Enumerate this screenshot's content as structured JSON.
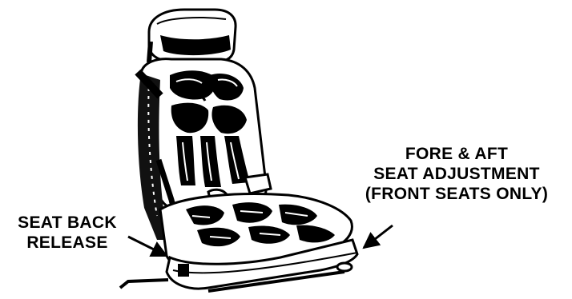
{
  "diagram": {
    "labels": {
      "fore_aft": {
        "line1": "FORE & AFT",
        "line2": "SEAT ADJUSTMENT",
        "line3": "(FRONT SEATS ONLY)"
      },
      "seat_back_release": {
        "line1": "SEAT BACK",
        "line2": "RELEASE"
      }
    },
    "colors": {
      "ink": "#000000",
      "paper": "#ffffff"
    }
  }
}
